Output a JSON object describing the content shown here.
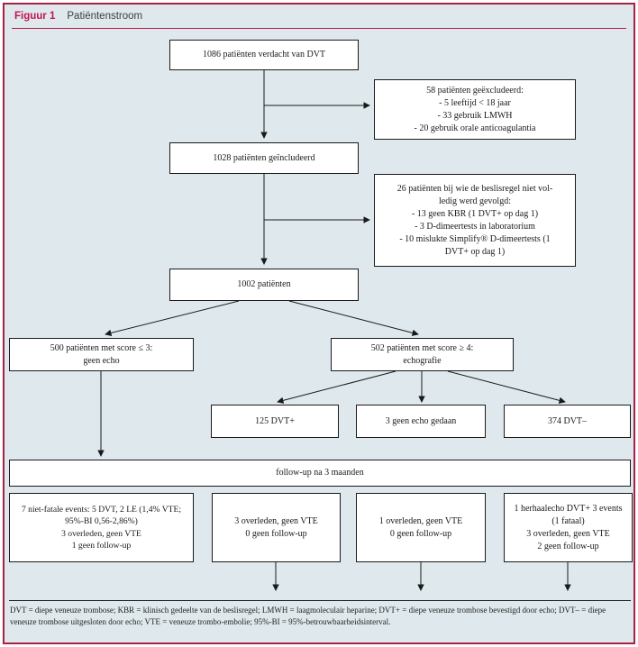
{
  "header": {
    "figure_label": "Figuur 1",
    "title": "Patiëntenstroom"
  },
  "flowchart": {
    "box_suspected": {
      "text": "1086 patiënten verdacht van DVT"
    },
    "box_excluded": {
      "lines": [
        "58 patiënten geëxcludeerd:",
        "- 5 leeftijd < 18 jaar",
        "- 33 gebruik LMWH",
        "- 20 gebruik orale anticoagulantia"
      ]
    },
    "box_included": {
      "text": "1028 patiënten geïncludeerd"
    },
    "box_protocol_deviation": {
      "lines": [
        "26 patiënten bij wie de beslisregel niet vol-",
        "ledig werd gevolgd:",
        "- 13 geen KBR (1 DVT+ op dag 1)",
        "- 3 D-dimeertests in laboratorium",
        "- 10 mislukte Simplify® D-dimeertests (1",
        "DVT+ op dag 1)"
      ]
    },
    "box_analyzed": {
      "text": "1002 patiënten"
    },
    "box_score_low": {
      "lines": [
        "500 patiënten met score ≤ 3:",
        "geen echo"
      ]
    },
    "box_score_high": {
      "lines": [
        "502 patiënten met score ≥ 4:",
        "echografie"
      ]
    },
    "box_dvt_positive": {
      "text": "125 DVT+"
    },
    "box_no_echo_done": {
      "text": "3 geen echo gedaan"
    },
    "box_dvt_negative": {
      "text": "374 DVT–"
    },
    "box_followup": {
      "text": "follow-up na 3 maanden"
    },
    "box_outcome_score_low": {
      "lines": [
        "7 niet-fatale events: 5 DVT, 2 LE (1,4% VTE;",
        "95%-BI 0,56-2,86%)",
        "3 overleden, geen VTE",
        "1 geen follow-up"
      ]
    },
    "box_outcome_dvt_positive": {
      "lines": [
        "3 overleden, geen VTE",
        "0 geen follow-up"
      ]
    },
    "box_outcome_no_echo": {
      "lines": [
        "1 overleden, geen VTE",
        "0 geen follow-up"
      ]
    },
    "box_outcome_dvt_negative": {
      "lines": [
        "1 herhaalecho DVT+ 3 events",
        "(1 fataal)",
        "3 overleden, geen VTE",
        "2 geen follow-up"
      ]
    }
  },
  "footer": {
    "legend": "DVT = diepe veneuze trombose; KBR = klinisch gedeelte van de beslisregel; LMWH = laagmoleculair heparine; DVT+ = diepe veneuze trombose bevestigd door echo; DVT– = diepe veneuze trombose uitgesloten door echo; VTE = veneuze trombo-embolie; 95%-BI = 95%-betrouwbaarheidsinterval."
  },
  "colors": {
    "background": "#dfe9ed",
    "frame_border": "#a62144",
    "accent_text": "#c4134f",
    "box_border": "#1a1a1a"
  }
}
